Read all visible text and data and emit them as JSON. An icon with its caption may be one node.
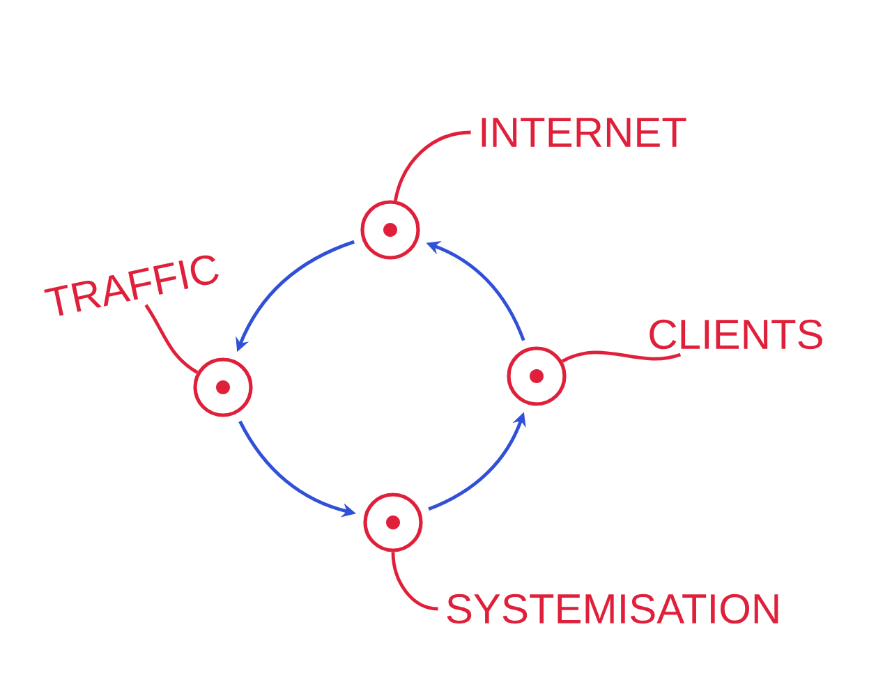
{
  "diagram": {
    "nodes": [
      {
        "text": [
          "INTERNET"
        ]
      },
      {
        "text": [],
        "shape": "circle"
      },
      {
        "text": [
          "TRAFFIC"
        ]
      },
      {
        "text": [],
        "shape": "circle"
      },
      {
        "text": [
          "CLIENTS"
        ]
      },
      {
        "text": [],
        "shape": "circle"
      },
      {
        "text": [],
        "shape": "circle"
      },
      {
        "text": [
          "SYSTEMISATION"
        ]
      }
    ],
    "edges": [
      {
        "from": 0,
        "to": 1,
        "arrow": "none",
        "color": "#e0203a"
      },
      {
        "from": 2,
        "to": 3,
        "arrow": "none",
        "color": "#e0203a"
      },
      {
        "from": 4,
        "to": 5,
        "arrow": "none",
        "color": "#e0203a"
      },
      {
        "from": 7,
        "to": 6,
        "arrow": "none",
        "color": "#e0203a"
      },
      {
        "from": 1,
        "to": 3,
        "arrow": "to",
        "color": "#3050d8"
      },
      {
        "from": 3,
        "to": 6,
        "arrow": "to",
        "color": "#3050d8"
      },
      {
        "from": 6,
        "to": 5,
        "arrow": "to",
        "color": "#3050d8"
      },
      {
        "from": 5,
        "to": 1,
        "arrow": "to",
        "color": "#3050d8"
      }
    ]
  }
}
